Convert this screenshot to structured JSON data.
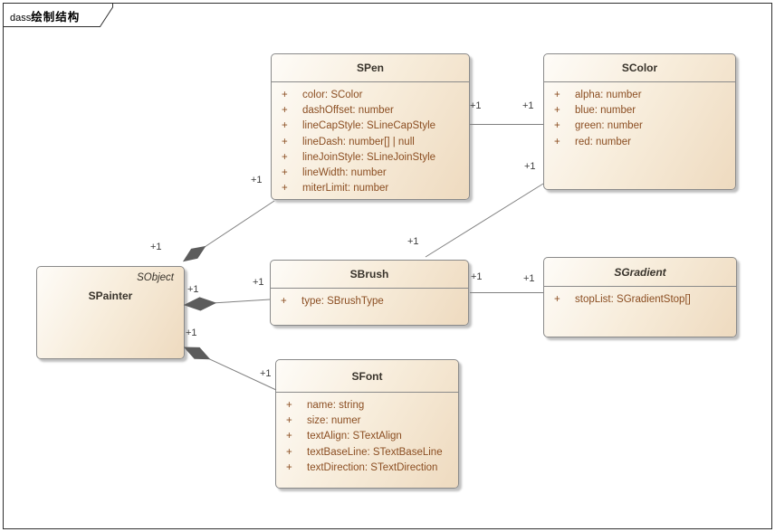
{
  "frame": {
    "title_prefix": "dass",
    "title_main": "绘制结构"
  },
  "labels": {
    "multiplicity": "+1",
    "visibility": "+"
  },
  "classes": {
    "spainter": {
      "stereotype": "SObject",
      "name": "SPainter",
      "attributes": []
    },
    "spen": {
      "name": "SPen",
      "attributes": [
        "color: SColor",
        "dashOffset: number",
        "lineCapStyle: SLineCapStyle",
        "lineDash: number[] | null",
        "lineJoinStyle: SLineJoinStyle",
        "lineWidth: number",
        "miterLimit: number"
      ]
    },
    "scolor": {
      "name": "SColor",
      "attributes": [
        "alpha: number",
        "blue: number",
        "green: number",
        "red: number"
      ]
    },
    "sbrush": {
      "name": "SBrush",
      "attributes": [
        "type: SBrushType"
      ]
    },
    "sgradient": {
      "name": "SGradient",
      "abstract": true,
      "attributes": [
        "stopList: SGradientStop[]"
      ]
    },
    "sfont": {
      "name": "SFont",
      "attributes": [
        "name: string",
        "size: numer",
        "textAlign: STextAlign",
        "textBaseLine: STextBaseLine",
        "textDirection: STextDirection"
      ]
    }
  },
  "colors": {
    "box_fill_light": "#fefcf8",
    "box_fill_dark": "#eedabf",
    "box_border": "#8a8a8a",
    "title_text": "#38332b",
    "attribute_text": "#8b4e22",
    "connector": "#808080",
    "diamond_fill": "#5c5c5c",
    "frame_border": "#2f2f2f"
  }
}
